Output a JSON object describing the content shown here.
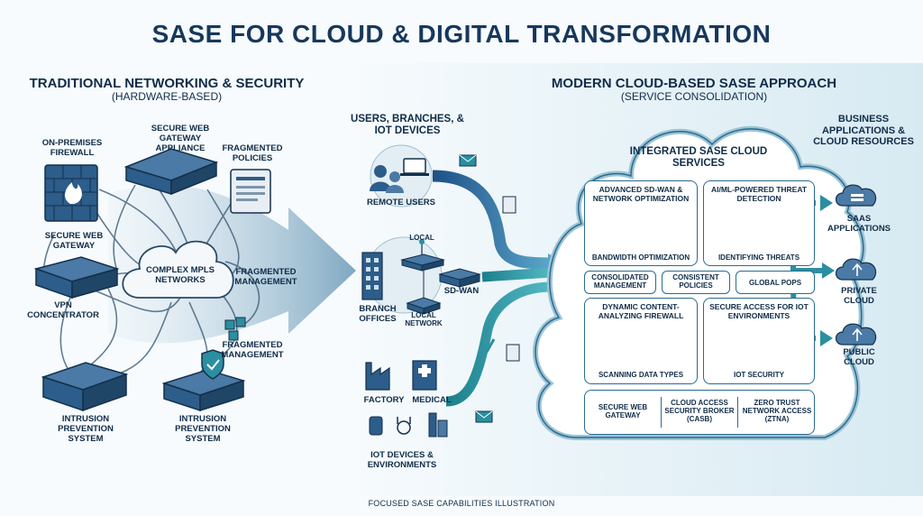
{
  "title": "SASE FOR CLOUD & DIGITAL TRANSFORMATION",
  "caption": "FOCUSED SASE CAPABILITIES ILLUSTRATION",
  "colors": {
    "navy": "#17385c",
    "teal": "#2a8fa0",
    "blue": "#2a6b8f",
    "arrow": "#1f6fa3"
  },
  "traditional": {
    "heading": "TRADITIONAL NETWORKING & SECURITY",
    "subheading": "(HARDWARE-BASED)",
    "firewall": "ON-PREMISES FIREWALL",
    "swg_appliance": "SECURE WEB GATEWAY APPLIANCE",
    "fragmented_policies": "FRAGMENTED POLICIES",
    "swg": "SECURE WEB GATEWAY",
    "mpls": "COMPLEX MPLS NETWORKS",
    "fragmented_management_center": "FRAGMENTED MANAGEMENT",
    "vpn": "VPN CONCENTRATOR",
    "fragmented_management_bottom": "FRAGMENTED MANAGEMENT",
    "ips_left": "INTRUSION PREVENTION SYSTEM",
    "ips_right": "INTRUSION PREVENTION SYSTEM"
  },
  "modern": {
    "heading": "MODERN CLOUD-BASED SASE APPROACH",
    "subheading": "(SERVICE CONSOLIDATION)",
    "users_heading": "USERS, BRANCHES, & IoT DEVICES",
    "remote_users": "REMOTE USERS",
    "local": "LOCAL",
    "sdwan": "SD-WAN",
    "branch_offices": "BRANCH OFFICES",
    "local_network": "LOCAL NETWORK",
    "factory": "FACTORY",
    "medical": "MEDICAL",
    "iot_devices": "IoT DEVICES & ENVIRONMENTS",
    "cloud_heading": "INTEGRATED SASE CLOUD SERVICES",
    "sdwan_opt": "ADVANCED SD-WAN & NETWORK OPTIMIZATION",
    "bandwidth": "BANDWIDTH OPTIMIZATION",
    "ai_threat": "AI/ML-POWERED THREAT DETECTION",
    "identifying": "IDENTIFYING THREATS",
    "consolidated": "CONSOLIDATED MANAGEMENT",
    "consistent": "CONSISTENT POLICIES",
    "global_pops": "GLOBAL POPS",
    "dynamic_fw": "DYNAMIC CONTENT-ANALYZING FIREWALL",
    "scanning": "SCANNING DATA TYPES",
    "secure_iot": "SECURE ACCESS FOR IoT ENVIRONMENTS",
    "iot_security": "IoT SECURITY",
    "swg": "SECURE WEB GATEWAY",
    "casb": "CLOUD ACCESS SECURITY BROKER (CASB)",
    "ztna": "ZERO TRUST NETWORK ACCESS (ZTNA)",
    "business_heading": "BUSINESS APPLICATIONS & CLOUD RESOURCES",
    "saas": "SaaS APPLICATIONS",
    "private_cloud": "PRIVATE CLOUD",
    "public_cloud": "PUBLIC CLOUD"
  }
}
